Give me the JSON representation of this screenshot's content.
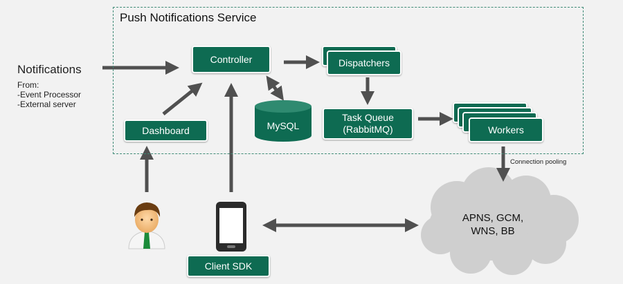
{
  "service": {
    "title": "Push Notifications Service"
  },
  "notifications": {
    "title": "Notifications",
    "lines": [
      "From:",
      "-Event Processor",
      "-External server"
    ]
  },
  "nodes": {
    "controller": "Controller",
    "dispatchers": "Dispatchers",
    "dashboard": "Dashboard",
    "mysql": "MySQL",
    "task_queue": [
      "Task Queue",
      "(RabbitMQ)"
    ],
    "workers": "Workers",
    "client_sdk": "Client SDK"
  },
  "connection_label": "Connection pooling",
  "cloud": {
    "lines": [
      "APNS, GCM,",
      "WNS, BB"
    ]
  },
  "colors": {
    "node_fill": "#0e6b52",
    "arrow": "#505050",
    "border": "#3f8a76",
    "cloud": "#cfcfcf"
  }
}
